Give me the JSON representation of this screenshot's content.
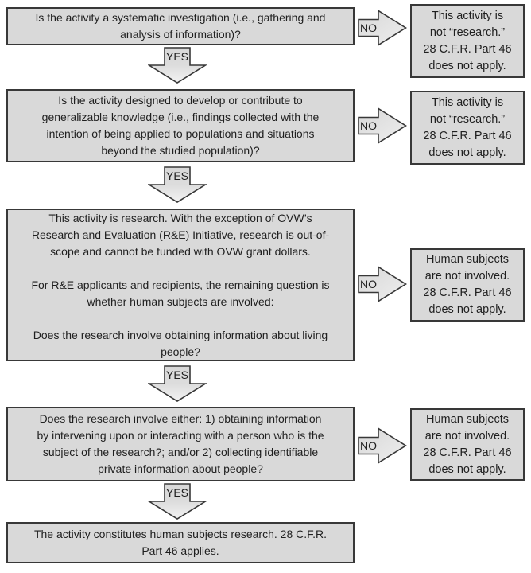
{
  "labels": {
    "yes": "YES",
    "no": "NO"
  },
  "colors": {
    "box_fill": "#d9d9d9",
    "box_border": "#383838",
    "text": "#1f1f1f",
    "background": "#ffffff",
    "arrow_fill_start": "#d8d8d8",
    "arrow_fill_end": "#f2f2f2"
  },
  "flow": {
    "q1": {
      "text": "Is the activity a systematic investigation (i.e., gathering and\nanalysis of information)?"
    },
    "q2": {
      "text": "Is the activity designed to develop or contribute to\ngeneralizable knowledge (i.e., findings collected with the\nintention of being applied to populations and situations\nbeyond the studied population)?"
    },
    "q3": {
      "text": "This activity is research. With the exception of OVW’s\nResearch and Evaluation (R&E) Initiative, research is out-of-\nscope and cannot be funded with OVW grant dollars.\n\nFor R&E applicants and recipients, the remaining question is\nwhether human subjects are involved:\n\nDoes the research involve obtaining information about living\npeople?"
    },
    "q4": {
      "text": "Does the research involve either: 1) obtaining information\nby intervening upon or interacting with a person who is the\nsubject of the research?; and/or 2) collecting identifiable\nprivate information about people?"
    },
    "final": {
      "text": "The activity constitutes human subjects research. 28 C.F.R.\nPart 46 applies."
    },
    "r1": {
      "text": "This activity is\nnot “research.”\n28 C.F.R. Part 46\ndoes not apply."
    },
    "r2": {
      "text": "This activity is\nnot “research.”\n28 C.F.R. Part 46\ndoes not apply."
    },
    "r3": {
      "text": "Human subjects\nare not involved.\n28 C.F.R. Part 46\ndoes not apply."
    },
    "r4": {
      "text": "Human subjects\nare not involved.\n28 C.F.R. Part 46\ndoes not apply."
    }
  }
}
